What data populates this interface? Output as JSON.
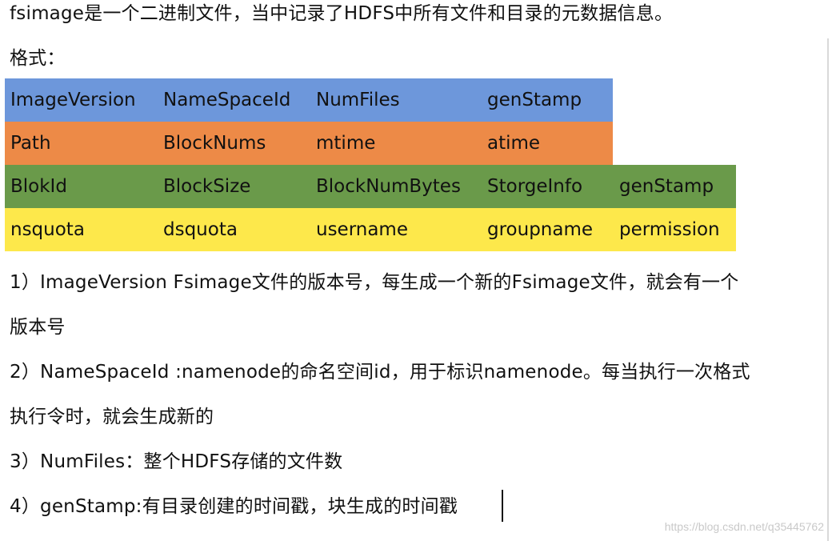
{
  "intro": "fsimage是一个二进制文件，当中记录了HDFS中所有文件和目录的元数据信息。",
  "format_label": "格式：",
  "table": {
    "rows": [
      {
        "color": "#6d97db",
        "cells": [
          "ImageVersion",
          "NameSpaceId",
          "NumFiles",
          "genStamp"
        ]
      },
      {
        "color": "#ed8a47",
        "cells": [
          "Path",
          "BlockNums",
          "mtime",
          "atime"
        ]
      },
      {
        "color": "#6a9a4a",
        "cells": [
          "BlokId",
          "BlockSize",
          "BlockNumBytes",
          "StorgeInfo",
          "genStamp"
        ]
      },
      {
        "color": "#fde84b",
        "cells": [
          "nsquota",
          "dsquota",
          "username",
          "groupname",
          "permission"
        ]
      }
    ]
  },
  "notes": [
    "1）ImageVersion Fsimage文件的版本号，每生成一个新的Fsimage文件，就会有一个",
    "版本号",
    "2）NameSpaceId :namenode的命名空间id，用于标识namenode。每当执行一次格式",
    "执行令时，就会生成新的",
    "3）NumFiles：整个HDFS存储的文件数",
    "4）genStamp:有目录创建的时间戳，块生成的时间戳"
  ],
  "watermark": "https://blog.csdn.net/q35445762"
}
